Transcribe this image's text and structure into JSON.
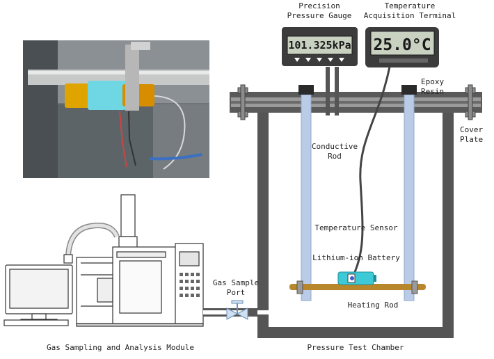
{
  "labels": {
    "gauge_title_1": "Precision",
    "gauge_title_2": "Pressure Gauge",
    "terminal_title_1": "Temperature",
    "terminal_title_2": "Acquisition Terminal",
    "epoxy_1": "Epoxy",
    "epoxy_2": "Resin",
    "cover_1": "Cover",
    "cover_2": "Plate",
    "rod_1": "Conductive",
    "rod_2": "Rod",
    "temp_sensor": "Temperature Sensor",
    "battery": "Lithium-ion Battery",
    "heating_rod": "Heating Rod",
    "sample_port_1": "Gas Sample",
    "sample_port_2": "Port",
    "module": "Gas Sampling and Analysis Module",
    "chamber": "Pressure Test Chamber"
  },
  "gauge": {
    "reading": "101.325kPa"
  },
  "terminal": {
    "reading": "25.0°C"
  },
  "colors": {
    "chamber_wall": "#555555",
    "conductive_rod": "#b9cbe6",
    "heating_rod": "#b8862b",
    "battery": "#3ec9d6",
    "lcd_background": "#c9d2c1",
    "device_frame": "#3c3c3c"
  }
}
